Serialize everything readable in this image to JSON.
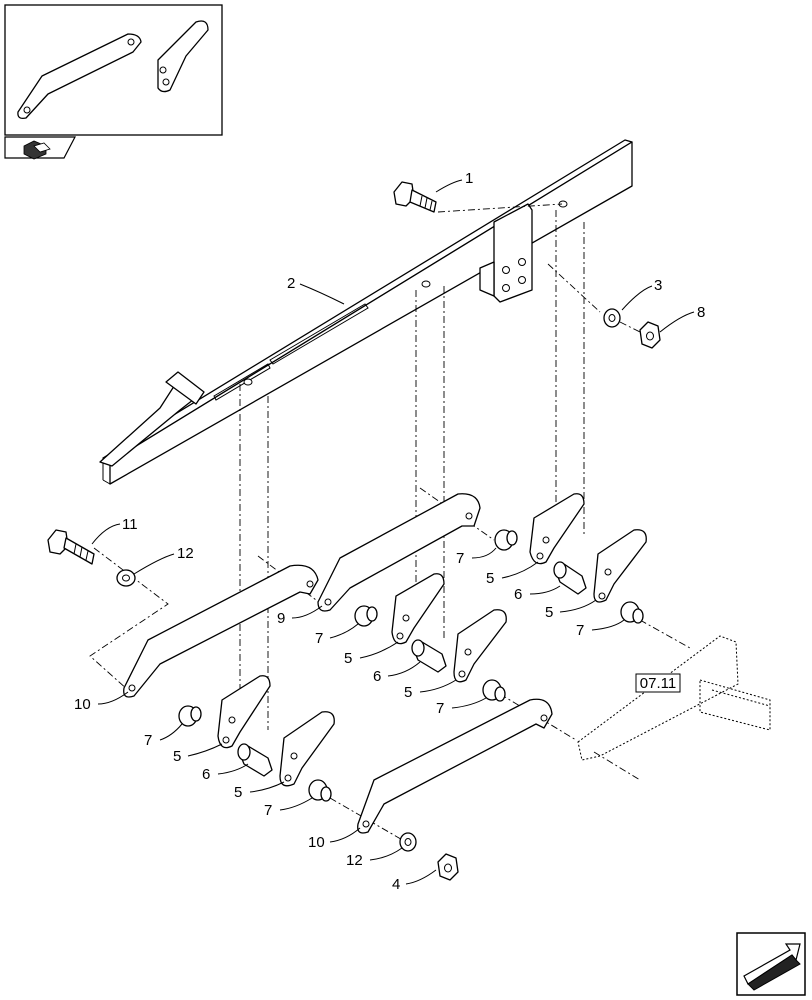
{
  "diagram": {
    "ref_label": "07.11",
    "callouts": [
      {
        "id": "c1",
        "text": "1"
      },
      {
        "id": "c2",
        "text": "2"
      },
      {
        "id": "c3",
        "text": "3"
      },
      {
        "id": "c8",
        "text": "8"
      },
      {
        "id": "c11",
        "text": "11"
      },
      {
        "id": "c12a",
        "text": "12"
      },
      {
        "id": "c7a",
        "text": "7"
      },
      {
        "id": "c5a",
        "text": "5"
      },
      {
        "id": "c6a",
        "text": "6"
      },
      {
        "id": "c5b",
        "text": "5"
      },
      {
        "id": "c7b",
        "text": "7"
      },
      {
        "id": "c9",
        "text": "9"
      },
      {
        "id": "c7c",
        "text": "7"
      },
      {
        "id": "c5c",
        "text": "5"
      },
      {
        "id": "c6b",
        "text": "6"
      },
      {
        "id": "c5d",
        "text": "5"
      },
      {
        "id": "c7d",
        "text": "7"
      },
      {
        "id": "c10a",
        "text": "10"
      },
      {
        "id": "c7e",
        "text": "7"
      },
      {
        "id": "c5e",
        "text": "5"
      },
      {
        "id": "c6c",
        "text": "6"
      },
      {
        "id": "c5f",
        "text": "5"
      },
      {
        "id": "c7f",
        "text": "7"
      },
      {
        "id": "c10b",
        "text": "10"
      },
      {
        "id": "c12b",
        "text": "12"
      },
      {
        "id": "c4",
        "text": "4"
      }
    ],
    "icons": {
      "top_left_nav": "assembly-nav-icon",
      "bottom_right_nav": "next-page-arrow-icon"
    }
  }
}
